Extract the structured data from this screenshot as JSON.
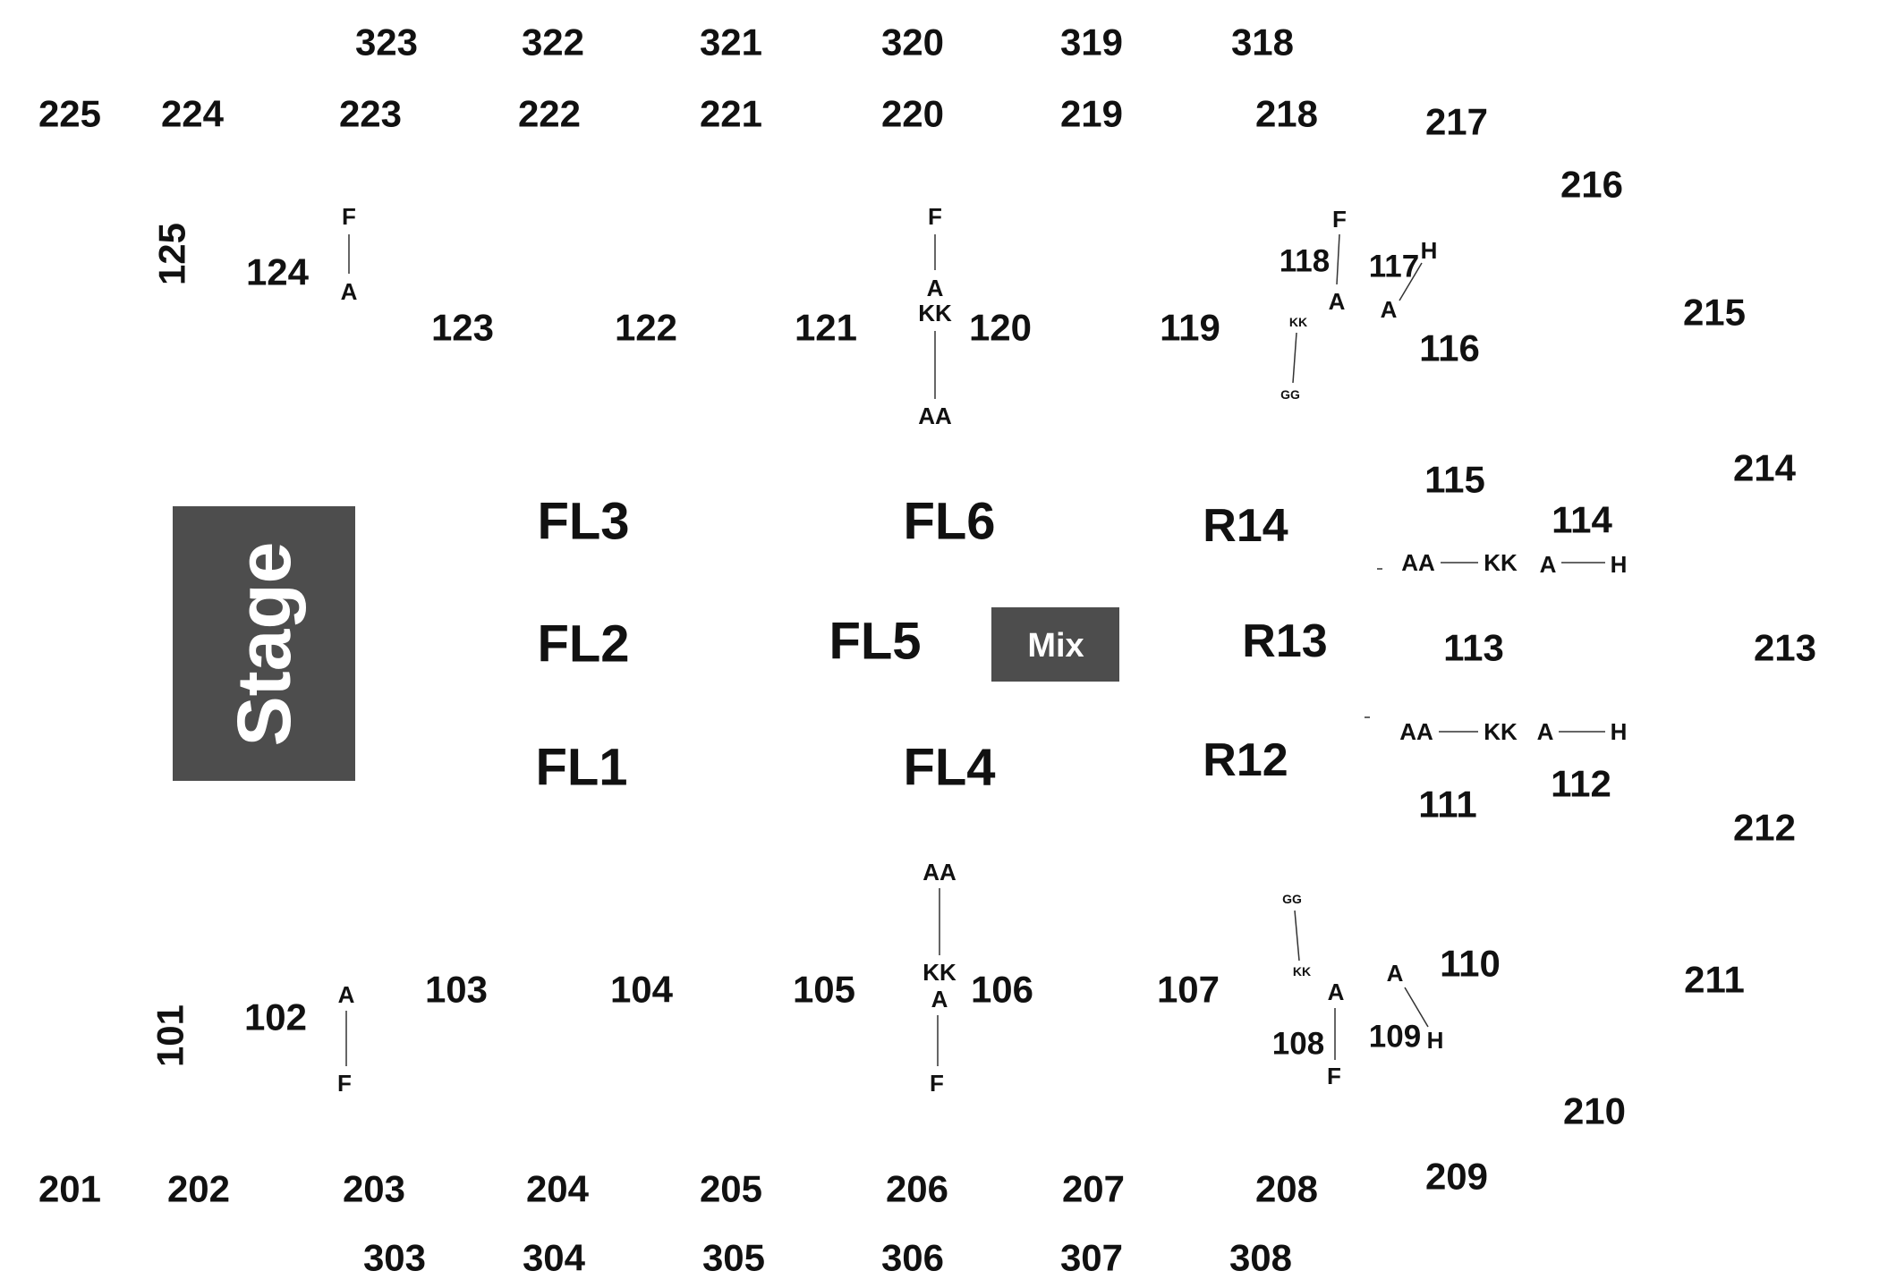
{
  "colors": {
    "stage_fill": "#4d4d4d",
    "mix_fill": "#4d4d4d",
    "text": "#111111",
    "box_text": "#ffffff",
    "line": "#333333"
  },
  "stage": {
    "label": "Stage"
  },
  "mix": {
    "label": "Mix"
  },
  "sections": {
    "upper_300_top": [
      "323",
      "322",
      "321",
      "320",
      "319",
      "318"
    ],
    "mid_200_top": [
      "225",
      "224",
      "223",
      "222",
      "221",
      "220",
      "219",
      "218",
      "217",
      "216",
      "215",
      "214",
      "213",
      "212",
      "211",
      "210",
      "209"
    ],
    "mid_200_bottom": [
      "201",
      "202",
      "203",
      "204",
      "205",
      "206",
      "207",
      "208"
    ],
    "upper_300_bottom": [
      "303",
      "304",
      "305",
      "306",
      "307",
      "308"
    ],
    "lower_100_top": [
      "125",
      "124",
      "123",
      "122",
      "121",
      "120",
      "119",
      "118",
      "117",
      "116",
      "115",
      "114"
    ],
    "lower_100_bottom": [
      "101",
      "102",
      "103",
      "104",
      "105",
      "106",
      "107",
      "108",
      "109",
      "110",
      "111",
      "112",
      "113"
    ],
    "floor": [
      "FL3",
      "FL2",
      "FL1",
      "FL6",
      "FL5",
      "FL4"
    ],
    "risers": [
      "R14",
      "R13",
      "R12"
    ]
  },
  "rows": {
    "s124": [
      "F",
      "A"
    ],
    "s121": [
      "F",
      "A",
      "KK",
      "AA"
    ],
    "s118": [
      "F",
      "A",
      "KK",
      "GG"
    ],
    "s117": [
      "H",
      "A"
    ],
    "s114": [
      "AA",
      "KK",
      "A",
      "H"
    ],
    "s112": [
      "AA",
      "KK",
      "A",
      "H"
    ],
    "s108": [
      "GG",
      "KK",
      "A",
      "F"
    ],
    "s109": [
      "A",
      "H"
    ],
    "s105": [
      "AA",
      "KK",
      "A",
      "F"
    ],
    "s102": [
      "A",
      "F"
    ]
  }
}
